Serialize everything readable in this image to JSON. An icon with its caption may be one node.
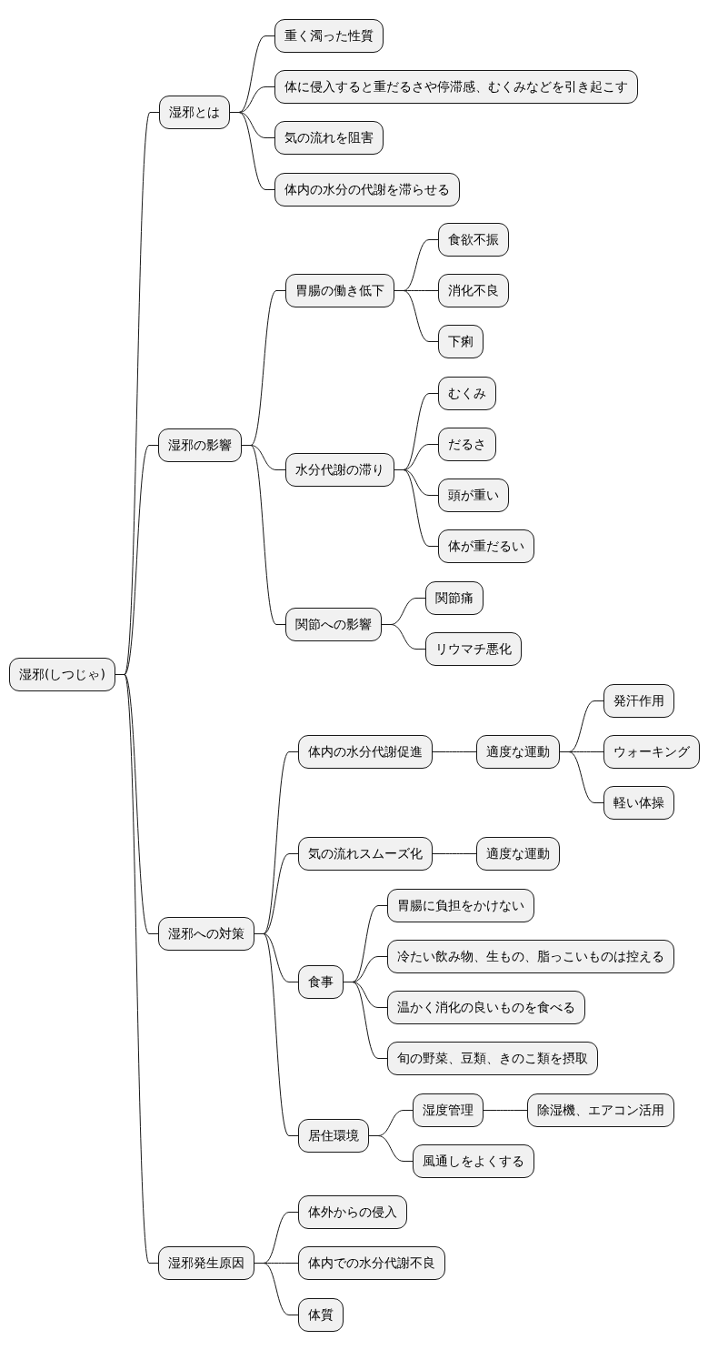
{
  "diagram": {
    "nodes": [
      {
        "text": [
          "湿邪(しつじゃ)"
        ]
      },
      {
        "text": [
          "湿邪とは"
        ]
      },
      {
        "text": [
          "重く濁った性質"
        ]
      },
      {
        "text": [
          "体に侵入すると重だるさや停滞感、むくみなどを引き起こす"
        ]
      },
      {
        "text": [
          "気の流れを阻害"
        ]
      },
      {
        "text": [
          "体内の水分の代謝を滞らせる"
        ]
      },
      {
        "text": [
          "湿邪の影響"
        ]
      },
      {
        "text": [
          "胃腸の働き低下"
        ]
      },
      {
        "text": [
          "食欲不振"
        ]
      },
      {
        "text": [
          "消化不良"
        ]
      },
      {
        "text": [
          "下痢"
        ]
      },
      {
        "text": [
          "水分代謝の滞り"
        ]
      },
      {
        "text": [
          "むくみ"
        ]
      },
      {
        "text": [
          "だるさ"
        ]
      },
      {
        "text": [
          "頭が重い"
        ]
      },
      {
        "text": [
          "体が重だるい"
        ]
      },
      {
        "text": [
          "関節への影響"
        ]
      },
      {
        "text": [
          "関節痛"
        ]
      },
      {
        "text": [
          "リウマチ悪化"
        ]
      },
      {
        "text": [
          "湿邪への対策"
        ]
      },
      {
        "text": [
          "体内の水分代謝促進"
        ]
      },
      {
        "text": [
          "適度な運動"
        ]
      },
      {
        "text": [
          "発汗作用"
        ]
      },
      {
        "text": [
          "ウォーキング"
        ]
      },
      {
        "text": [
          "軽い体操"
        ]
      },
      {
        "text": [
          "気の流れスムーズ化"
        ]
      },
      {
        "text": [
          "適度な運動"
        ]
      },
      {
        "text": [
          "食事"
        ]
      },
      {
        "text": [
          "胃腸に負担をかけない"
        ]
      },
      {
        "text": [
          "冷たい飲み物、生もの、脂っこいものは控える"
        ]
      },
      {
        "text": [
          "温かく消化の良いものを食べる"
        ]
      },
      {
        "text": [
          "旬の野菜、豆類、きのこ類を摂取"
        ]
      },
      {
        "text": [
          "居住環境"
        ]
      },
      {
        "text": [
          "湿度管理"
        ]
      },
      {
        "text": [
          "除湿機、エアコン活用"
        ]
      },
      {
        "text": [
          "風通しをよくする"
        ]
      },
      {
        "text": [
          "湿邪発生原因"
        ]
      },
      {
        "text": [
          "体外からの侵入"
        ]
      },
      {
        "text": [
          "体内での水分代謝不良"
        ]
      },
      {
        "text": [
          "体質"
        ]
      }
    ],
    "edges": [
      {
        "from": 0,
        "to": 1,
        "arrow": "none"
      },
      {
        "from": 1,
        "to": 2,
        "arrow": "none"
      },
      {
        "from": 1,
        "to": 3,
        "arrow": "none"
      },
      {
        "from": 1,
        "to": 4,
        "arrow": "none"
      },
      {
        "from": 1,
        "to": 5,
        "arrow": "none"
      },
      {
        "from": 0,
        "to": 6,
        "arrow": "none"
      },
      {
        "from": 6,
        "to": 7,
        "arrow": "none"
      },
      {
        "from": 7,
        "to": 8,
        "arrow": "none"
      },
      {
        "from": 7,
        "to": 9,
        "arrow": "none"
      },
      {
        "from": 7,
        "to": 10,
        "arrow": "none"
      },
      {
        "from": 6,
        "to": 11,
        "arrow": "none"
      },
      {
        "from": 11,
        "to": 12,
        "arrow": "none"
      },
      {
        "from": 11,
        "to": 13,
        "arrow": "none"
      },
      {
        "from": 11,
        "to": 14,
        "arrow": "none"
      },
      {
        "from": 11,
        "to": 15,
        "arrow": "none"
      },
      {
        "from": 6,
        "to": 16,
        "arrow": "none"
      },
      {
        "from": 16,
        "to": 17,
        "arrow": "none"
      },
      {
        "from": 16,
        "to": 18,
        "arrow": "none"
      },
      {
        "from": 0,
        "to": 19,
        "arrow": "none"
      },
      {
        "from": 19,
        "to": 20,
        "arrow": "none"
      },
      {
        "from": 20,
        "to": 21,
        "arrow": "none"
      },
      {
        "from": 21,
        "to": 22,
        "arrow": "none"
      },
      {
        "from": 21,
        "to": 23,
        "arrow": "none"
      },
      {
        "from": 21,
        "to": 24,
        "arrow": "none"
      },
      {
        "from": 19,
        "to": 25,
        "arrow": "none"
      },
      {
        "from": 25,
        "to": 26,
        "arrow": "none"
      },
      {
        "from": 19,
        "to": 27,
        "arrow": "none"
      },
      {
        "from": 27,
        "to": 28,
        "arrow": "none"
      },
      {
        "from": 27,
        "to": 29,
        "arrow": "none"
      },
      {
        "from": 27,
        "to": 30,
        "arrow": "none"
      },
      {
        "from": 27,
        "to": 31,
        "arrow": "none"
      },
      {
        "from": 19,
        "to": 32,
        "arrow": "none"
      },
      {
        "from": 32,
        "to": 33,
        "arrow": "none"
      },
      {
        "from": 33,
        "to": 34,
        "arrow": "none"
      },
      {
        "from": 32,
        "to": 35,
        "arrow": "none"
      },
      {
        "from": 0,
        "to": 36,
        "arrow": "none"
      },
      {
        "from": 36,
        "to": 37,
        "arrow": "none"
      },
      {
        "from": 36,
        "to": 38,
        "arrow": "none"
      },
      {
        "from": 36,
        "to": 39,
        "arrow": "none"
      }
    ]
  }
}
